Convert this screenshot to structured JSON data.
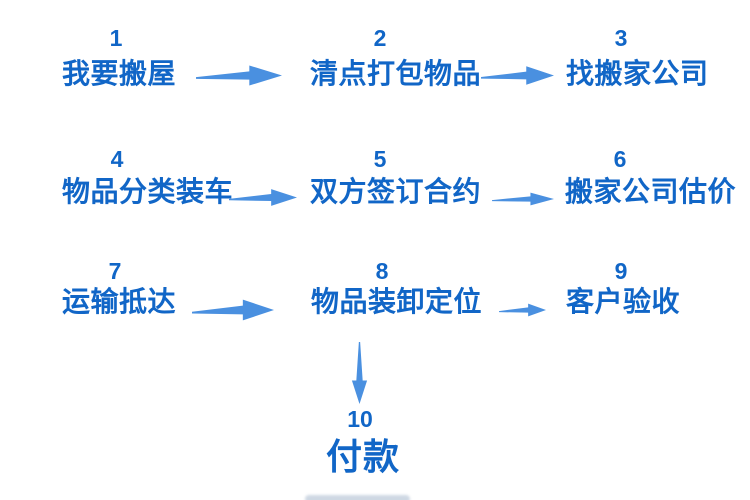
{
  "diagram": {
    "type": "flowchart",
    "steps": [
      {
        "number": "1",
        "label": "我要搬屋"
      },
      {
        "number": "2",
        "label": "清点打包物品"
      },
      {
        "number": "3",
        "label": "找搬家公司"
      },
      {
        "number": "4",
        "label": "物品分类装车"
      },
      {
        "number": "5",
        "label": "双方签订合约"
      },
      {
        "number": "6",
        "label": "搬家公司估价"
      },
      {
        "number": "7",
        "label": "运输抵达"
      },
      {
        "number": "8",
        "label": "物品装卸定位"
      },
      {
        "number": "9",
        "label": "客户验收"
      },
      {
        "number": "10",
        "label": "付款"
      }
    ],
    "connections": [
      {
        "from": "1",
        "to": "2",
        "direction": "right"
      },
      {
        "from": "2",
        "to": "3",
        "direction": "right"
      },
      {
        "from": "4",
        "to": "5",
        "direction": "right"
      },
      {
        "from": "5",
        "to": "6",
        "direction": "right"
      },
      {
        "from": "7",
        "to": "8",
        "direction": "right"
      },
      {
        "from": "8",
        "to": "9",
        "direction": "right"
      },
      {
        "from": "8",
        "to": "10",
        "direction": "down"
      }
    ],
    "colors": {
      "step-text": "#1166c7",
      "arrow": "#4a90e0",
      "background": "#ffffff"
    }
  }
}
